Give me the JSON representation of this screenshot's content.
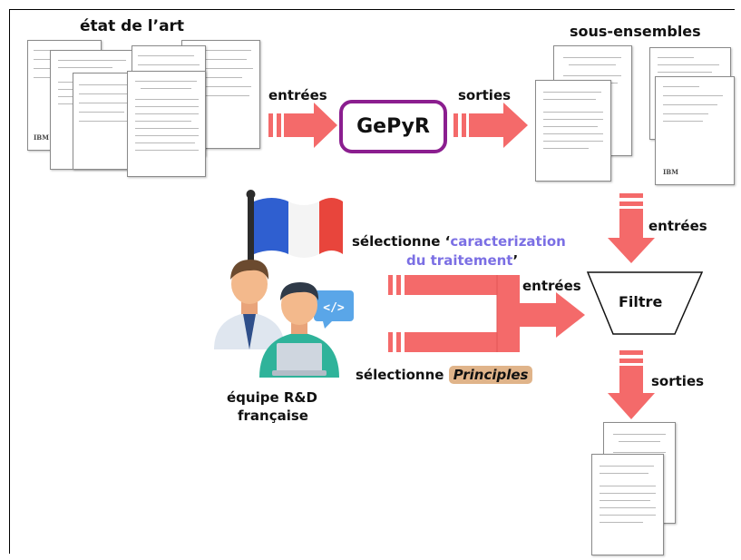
{
  "labels": {
    "etat_de_lart": "état de l’art",
    "sous_ensembles": "sous-ensembles",
    "entrees_left": "entrées",
    "sorties_top": "sorties",
    "gepyr": "GePyR",
    "entrees_right": "entrées",
    "entrees_mid": "entrées",
    "filtre": "Filtre",
    "sorties_bottom": "sorties",
    "selectionne_1_prefix": "sélectionne ‘",
    "selectionne_1_highlight_line1": "caracterization",
    "selectionne_1_highlight_line2": "du traitement",
    "selectionne_1_suffix": "’",
    "selectionne_2_prefix": "sélectionne",
    "selectionne_2_badge": "Principles",
    "team_line1": "équipe R&D",
    "team_line2": "française"
  },
  "colors": {
    "arrow": "#f46a6a",
    "gepyr_border": "#8b1e8f",
    "highlight_blue": "#7b6fe4",
    "badge_bg": "#e0b48a",
    "flag_blue": "#2f5fd0",
    "flag_white": "#f4f4f4",
    "flag_red": "#e8453c"
  },
  "icons": [
    "document-stack-icon",
    "flag-france-icon",
    "team-people-icon",
    "code-bubble-icon",
    "arrow-right-icon",
    "arrow-down-icon",
    "funnel-filter-icon"
  ]
}
